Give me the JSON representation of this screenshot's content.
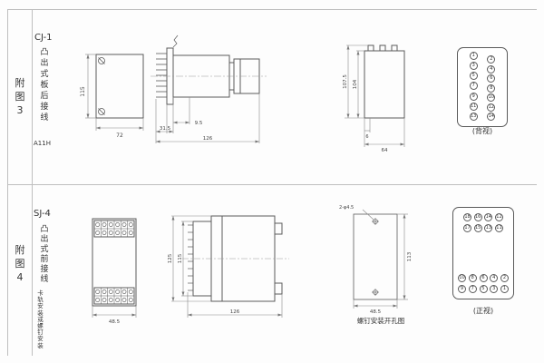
{
  "table": {
    "fig3_label": "附图3",
    "fig4_label": "附图4"
  },
  "figure3": {
    "model": "CJ-1",
    "type_label": "凸出式板后接线",
    "code": "A11H",
    "front_view": {
      "height": "115",
      "width": "72"
    },
    "side_view": {
      "seg_a": "31.5",
      "seg_b": "9.5",
      "total": "126"
    },
    "panel_view": {
      "h_total": "107.5",
      "h_inner": "104",
      "small": "6",
      "width": "64"
    },
    "terminal_view": {
      "label": "(背视)",
      "columns": [
        [
          "1",
          "3",
          "5",
          "7",
          "9",
          "11",
          "13"
        ],
        [
          "2",
          "4",
          "6",
          "8",
          "10",
          "12",
          "14"
        ]
      ]
    }
  },
  "figure4": {
    "model": "SJ-4",
    "type_label": "凸出式前接线",
    "mount_note": "卡轨安装或螺钉安装",
    "front_view": {
      "width": "48.5"
    },
    "side_view": {
      "h_outer": "125",
      "h_inner": "115",
      "depth": "126"
    },
    "drill_view": {
      "holes": "2-φ4.5",
      "height": "113",
      "width": "48.5",
      "caption": "螺钉安装开孔图"
    },
    "terminal_view": {
      "label": "(正视)",
      "rows_top": [
        [
          "18",
          "16",
          "14",
          "12"
        ],
        [
          "17",
          "15",
          "13",
          "11"
        ]
      ],
      "rows_bottom": [
        [
          "10",
          "8",
          "6",
          "4",
          "2"
        ],
        [
          "9",
          "7",
          "5",
          "3",
          "1"
        ]
      ]
    }
  }
}
